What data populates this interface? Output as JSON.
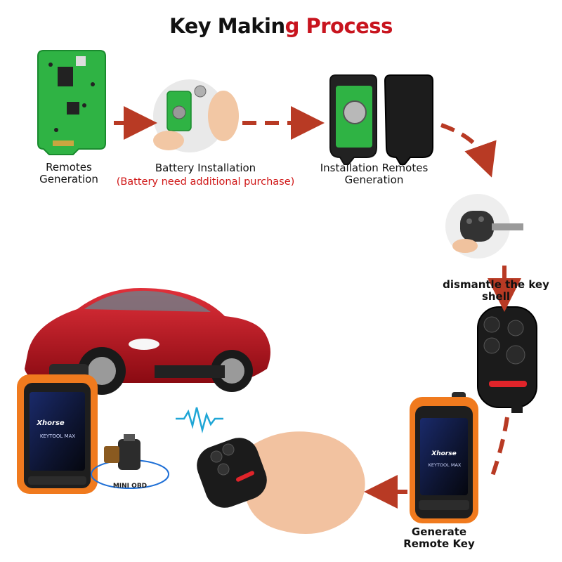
{
  "title": {
    "part1": "Key Makin",
    "part2": "g Process"
  },
  "steps": {
    "remotes_generation": [
      "Remotes",
      "Generation"
    ],
    "battery_installation": "Battery Installation",
    "battery_note": "(Battery need additional purchase)",
    "installation_remotes": [
      "Installation Remotes",
      "Generation"
    ],
    "dismantle": "dismantle the key shell",
    "generate_remote": [
      "Generate",
      "Remote Key"
    ]
  },
  "device": {
    "brand": "Xhorse",
    "model": "KEYTOOL MAX"
  },
  "adapter": {
    "label": "MINI OBD"
  },
  "colors": {
    "arrow": "#b83a24",
    "title_red": "#c8141e",
    "device_orange": "#f07a1e",
    "pcb_green": "#2fb344",
    "car_red": "#c8101c"
  }
}
